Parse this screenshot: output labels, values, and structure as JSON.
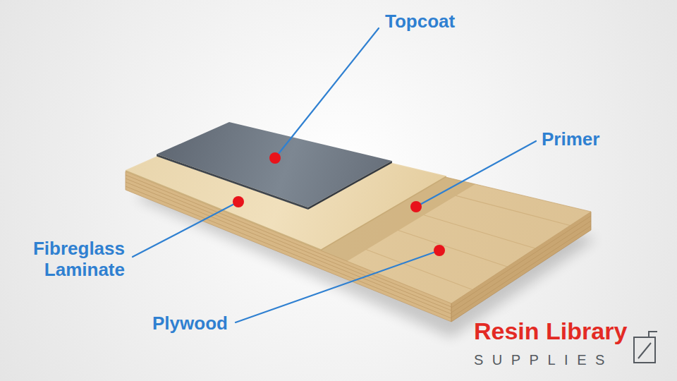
{
  "diagram": {
    "labels": [
      "Topcoat",
      "Primer",
      "Fibreglass Laminate",
      "Plywood",
      "Resin Library",
      "SUPPLIES"
    ]
  }
}
